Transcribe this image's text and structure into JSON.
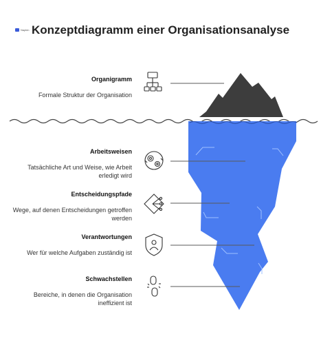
{
  "title": "Konzeptdiagramm einer Organisationsanalyse",
  "logo_text": "Napkin",
  "colors": {
    "iceberg_above": "#3d3d3d",
    "iceberg_below": "#4a7cf0",
    "water": "#444444",
    "accent_line": "#5a5a5a"
  },
  "items": [
    {
      "heading": "Organigramm",
      "description": "Formale Struktur der Organisation",
      "icon": "org-chart-icon"
    },
    {
      "heading": "Arbeitsweisen",
      "description": "Tatsächliche Art und Weise, wie Arbeit erledigt wird",
      "icon": "gears-icon"
    },
    {
      "heading": "Entscheidungspfade",
      "description": "Wege, auf denen Entscheidungen getroffen werden",
      "icon": "decision-path-icon"
    },
    {
      "heading": "Verantwortungen",
      "description": "Wer für welche Aufgaben zuständig ist",
      "icon": "shield-person-icon"
    },
    {
      "heading": "Schwachstellen",
      "description": "Bereiche, in denen die Organisation ineffizient ist",
      "icon": "broken-chain-icon"
    }
  ]
}
